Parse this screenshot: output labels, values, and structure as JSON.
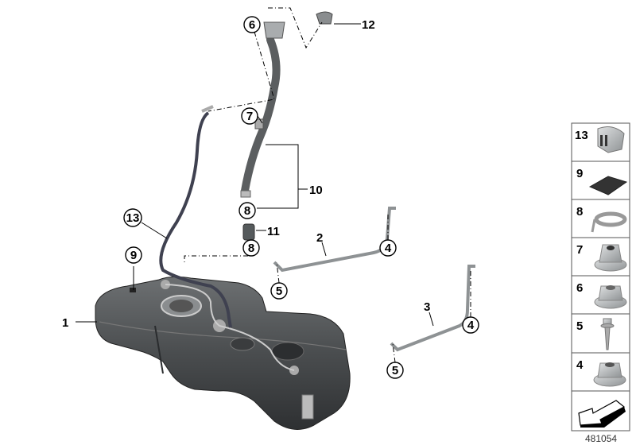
{
  "diagram": {
    "callouts": {
      "tank": "1",
      "strap_upper": "2",
      "strap_lower": "3",
      "nut_upper": "4",
      "nut_lower": "4",
      "screw_upper": "5",
      "screw_lower": "5",
      "filler_nut": "6",
      "filler_clip_nut": "7",
      "hose_clamp_upper": "8",
      "hose_clamp_lower": "8",
      "pad": "9",
      "filler_pipe": "10",
      "hose_piece": "11",
      "cap_part": "12",
      "vent_line": "13"
    },
    "legend": [
      {
        "number": "13",
        "icon": "clip-icon"
      },
      {
        "number": "9",
        "icon": "pad-icon"
      },
      {
        "number": "8",
        "icon": "hose-clamp-icon"
      },
      {
        "number": "7",
        "icon": "clip-nut-icon"
      },
      {
        "number": "6",
        "icon": "hex-collar-nut-icon"
      },
      {
        "number": "5",
        "icon": "screw-icon"
      },
      {
        "number": "4",
        "icon": "hex-collar-nut-icon"
      }
    ],
    "legend_arrow_icon": "direction-arrow-icon",
    "diagram_number": "481054",
    "colors": {
      "tank": "#4a4d4f",
      "hose": "#3f4150",
      "strap": "#8e9294",
      "hardware": "#b8bbbd"
    }
  }
}
